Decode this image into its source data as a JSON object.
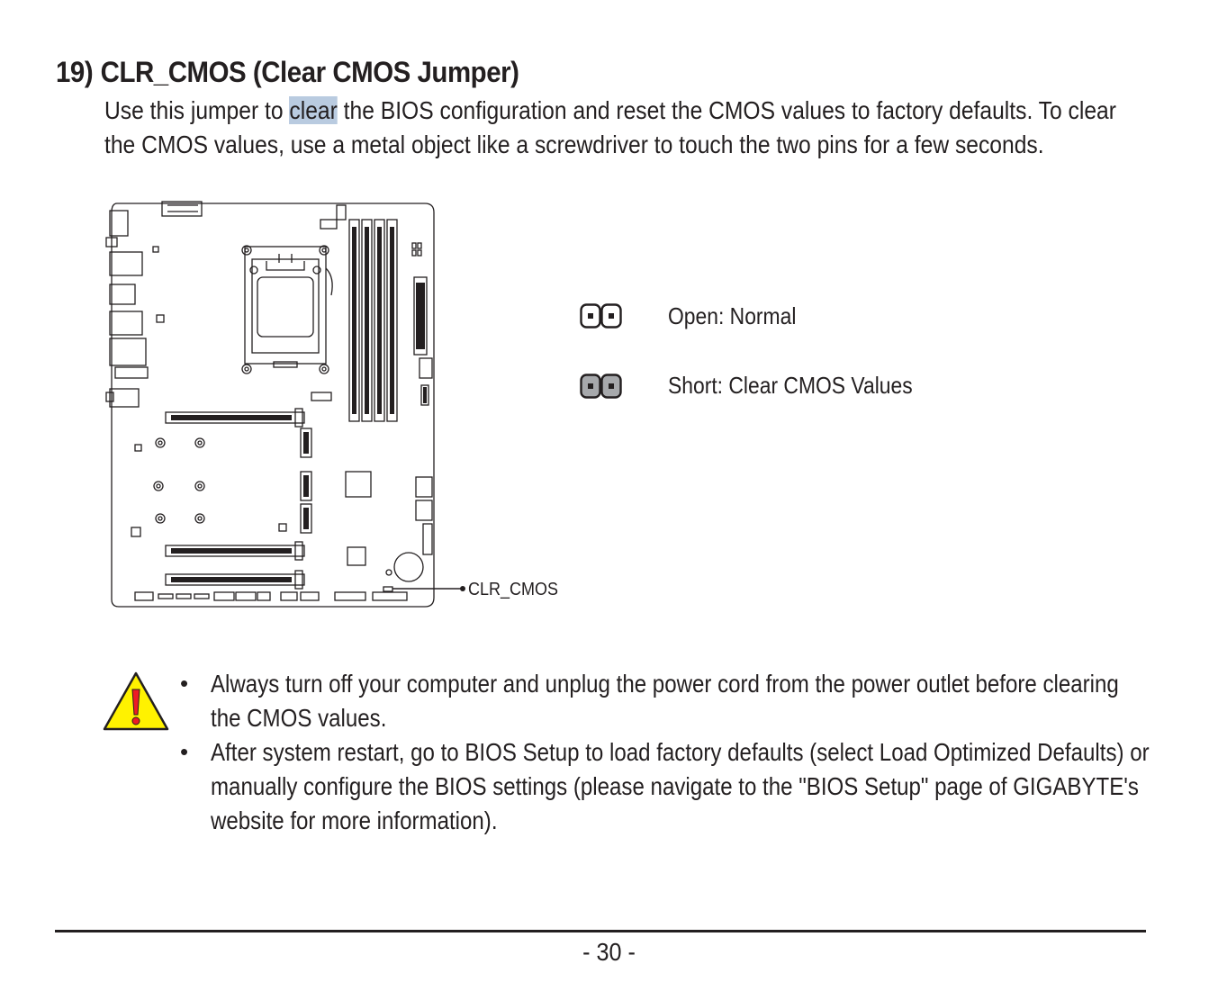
{
  "section": {
    "number": "19)",
    "title": "CLR_CMOS (Clear CMOS Jumper)",
    "intro_line1_before": "Use this jumper to ",
    "intro_highlight": "clear",
    "intro_line1_after": " the BIOS configuration and reset the CMOS values to factory defaults. To clear",
    "intro_line2": "the CMOS values, use a metal object like a screwdriver to touch the two pins for a few seconds."
  },
  "diagram": {
    "callout_label": "CLR_CMOS"
  },
  "legend": {
    "open_label": "Open: Normal",
    "short_label": "Short: Clear CMOS Values"
  },
  "notes": {
    "bullet": "•",
    "note1_line1": "Always turn off your computer and unplug the power cord from the power outlet before clearing",
    "note1_line2": "the CMOS values.",
    "note2_line1": "After system restart, go to BIOS Setup to load factory defaults (select Load Optimized Defaults) or",
    "note2_line2": "manually configure the BIOS settings (please navigate to the \"BIOS Setup\" page of GIGABYTE's",
    "note2_line3": "website for more information)."
  },
  "colors": {
    "text": "#231f20",
    "highlight": "#b9cbe0",
    "warning_yellow": "#fff200",
    "warning_red": "#ed1c24",
    "jumper_short_fill": "#a7a9ac"
  },
  "footer": {
    "page_number": "- 30 -"
  }
}
